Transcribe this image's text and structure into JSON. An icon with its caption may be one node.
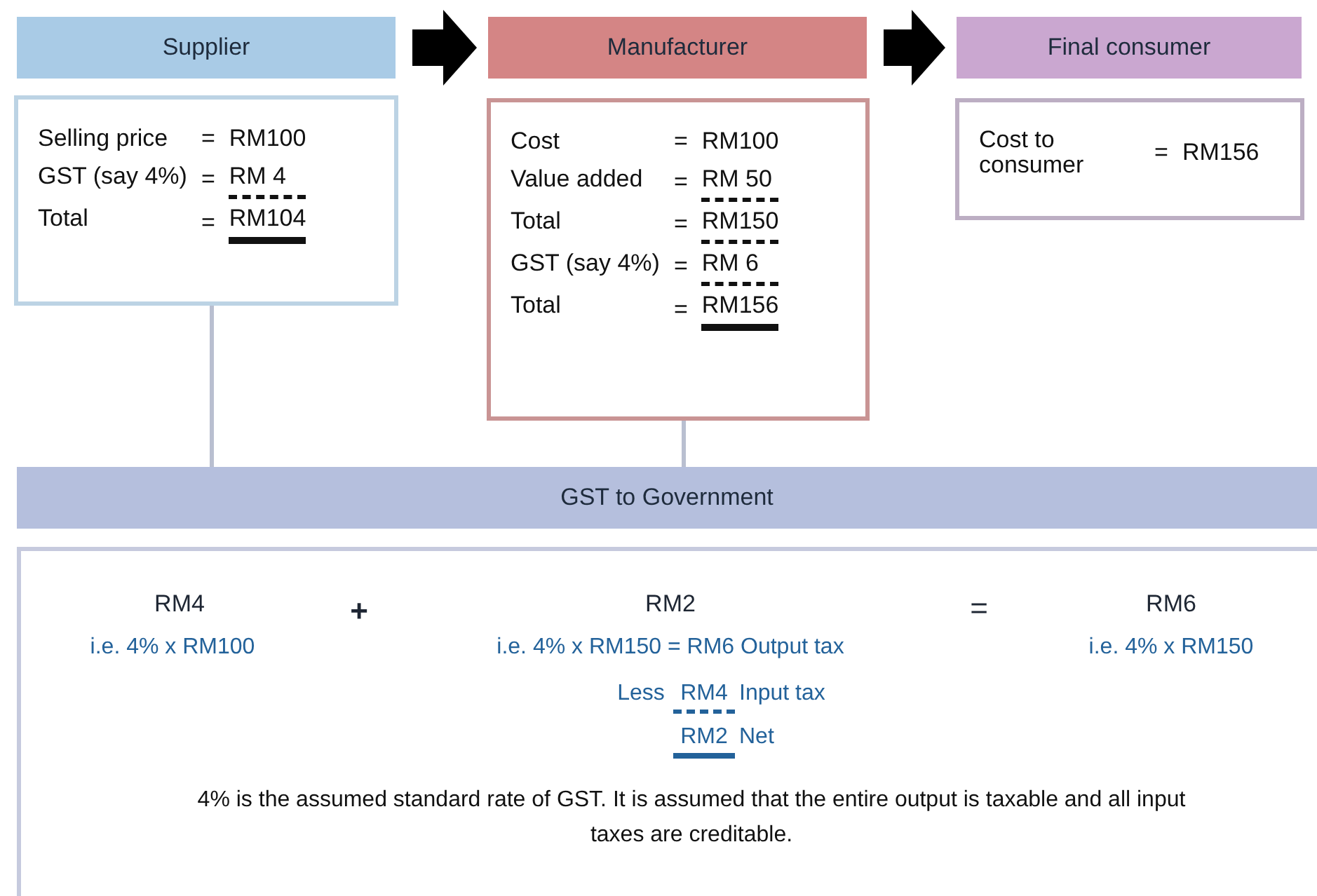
{
  "diagram": {
    "nodes": [
      {
        "text": [
          "Supplier"
        ]
      },
      {
        "text": [
          "Selling price",
          "=",
          "RM100",
          "GST (say 4%)",
          "=",
          "RM 4",
          "Total",
          "=",
          "RM104"
        ]
      },
      {
        "text": [
          "Manufacturer"
        ]
      },
      {
        "text": [
          "Cost",
          "=",
          "RM100",
          "Value added",
          "=",
          "RM 50",
          "Total",
          "=",
          "RM150",
          "GST (say 4%)",
          "=",
          "RM 6",
          "Total",
          "=",
          "RM156"
        ]
      },
      {
        "text": [
          "Final consumer"
        ]
      },
      {
        "text": [
          "Cost to consumer",
          "=",
          "RM156"
        ]
      },
      {
        "text": [
          "GST to Government"
        ]
      },
      {
        "text": [
          "RM4",
          "i.e. 4% x RM100",
          "+",
          "RM2",
          "i.e. 4% x RM150 = RM6 Output tax",
          "Less",
          "RM4",
          "Input tax",
          "RM2",
          "Net",
          "=",
          "RM6",
          "i.e. 4% x RM150",
          "4% is the assumed standard rate of GST. It is assumed that the entire output is taxable and all input taxes are creditable."
        ]
      }
    ],
    "edges": [
      {
        "from": 0,
        "to": 2,
        "arrow": "to",
        "style": "thick"
      },
      {
        "from": 2,
        "to": 4,
        "arrow": "to",
        "style": "thick"
      },
      {
        "from": 1,
        "to": 6,
        "arrow": "none",
        "color": "#b9bfd0"
      },
      {
        "from": 3,
        "to": 6,
        "arrow": "none",
        "color": "#b9bfd0"
      }
    ]
  }
}
